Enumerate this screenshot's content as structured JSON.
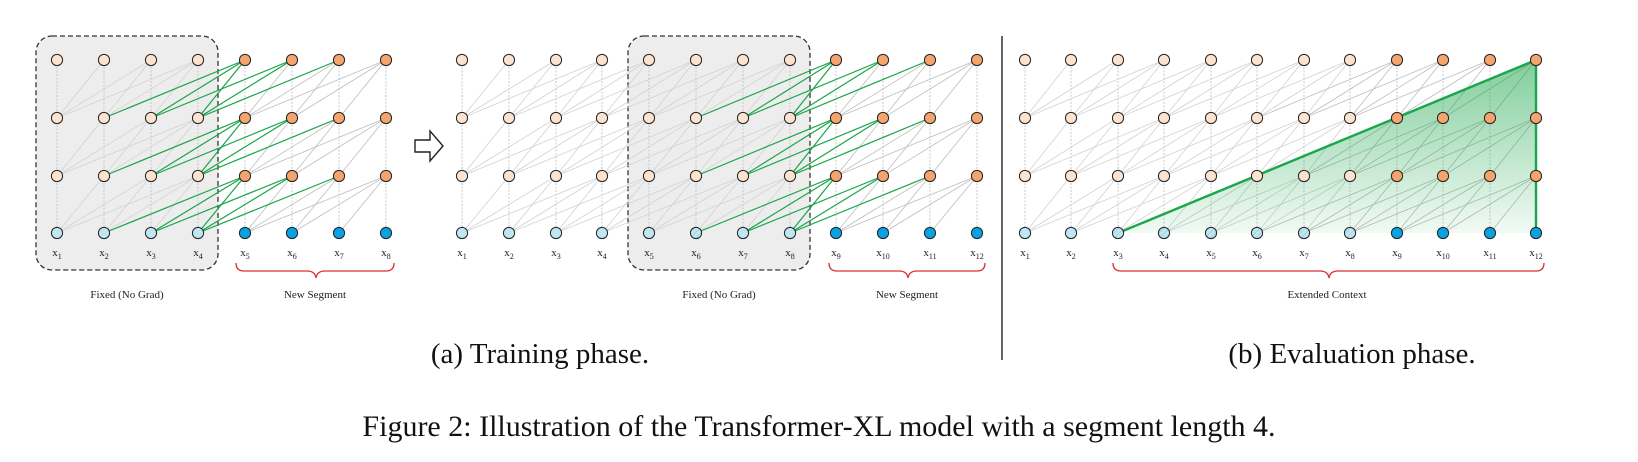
{
  "panel_a": {
    "caption": "(a) Training phase.",
    "left": {
      "box_label": "Fixed (No Grad)",
      "brace_label": "New Segment",
      "x_labels": [
        "1",
        "2",
        "3",
        "4",
        "5",
        "6",
        "7",
        "8"
      ]
    },
    "right": {
      "box_label": "Fixed (No Grad)",
      "brace_label": "New Segment",
      "x_labels": [
        "1",
        "2",
        "3",
        "4",
        "5",
        "6",
        "7",
        "8",
        "9",
        "10",
        "11",
        "12"
      ]
    }
  },
  "panel_b": {
    "caption": "(b) Evaluation phase.",
    "brace_label": "Extended Context",
    "x_labels": [
      "1",
      "2",
      "3",
      "4",
      "5",
      "6",
      "7",
      "8",
      "9",
      "10",
      "11",
      "12"
    ]
  },
  "figure_caption": "Figure 2: Illustration of the Transformer-XL model with a segment length 4.",
  "colors": {
    "hidden_old": "#fbe3cf",
    "hidden_new": "#f4a46c",
    "input_old": "#bfe6f3",
    "input_new": "#0aa1e2",
    "green": "#1aa64a",
    "brace": "#d93030",
    "fixed_box": "#ededed"
  }
}
